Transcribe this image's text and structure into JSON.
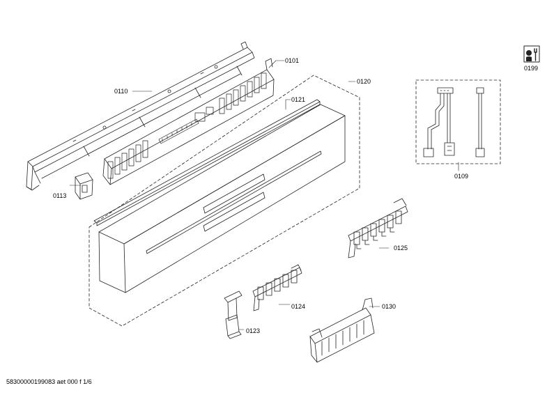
{
  "parts": [
    {
      "id": "p0101",
      "label": "0101"
    },
    {
      "id": "p0110",
      "label": "0110"
    },
    {
      "id": "p0113",
      "label": "0113"
    },
    {
      "id": "p0120",
      "label": "0120"
    },
    {
      "id": "p0121",
      "label": "0121"
    },
    {
      "id": "p0109",
      "label": "0109"
    },
    {
      "id": "p0125",
      "label": "0125"
    },
    {
      "id": "p0124",
      "label": "0124"
    },
    {
      "id": "p0123",
      "label": "0123"
    },
    {
      "id": "p0130",
      "label": "0130"
    },
    {
      "id": "p0199",
      "label": "0199"
    }
  ],
  "footer": {
    "text": "58300000199083 aet 000 f 1/6"
  }
}
